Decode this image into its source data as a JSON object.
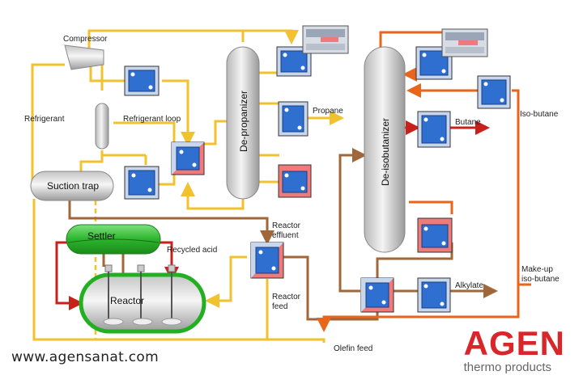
{
  "labels": {
    "compressor": "Compressor",
    "refrigerant": "Refrigerant",
    "refrigerant_loop": "Refrigerant loop",
    "suction_trap": "Suction trap",
    "settler": "Settler",
    "recycled_acid": "Recycled acid",
    "reactor": "Reactor",
    "reactor_effluent_1": "Reactor",
    "reactor_effluent_2": "effluent",
    "reactor_feed_1": "Reactor",
    "reactor_feed_2": "feed",
    "olefin_feed": "Olefin feed",
    "depropanizer": "De-propanizer",
    "propane": "Propane",
    "deisobutanizer": "De-isobutanizer",
    "butane": "Butane",
    "isobutane": "Iso-butane",
    "makeup_1": "Make-up",
    "makeup_2": "iso-butane",
    "alkylate": "Alkylate"
  },
  "footer": {
    "website": "www.agensanat.com",
    "brand_name": "AGEN",
    "brand_tagline": "thermo products"
  },
  "colors": {
    "refrigerant_line": "#f2c12e",
    "effluent_line": "#a0673a",
    "hot_line": "#e8661c",
    "acid_line": "#c8201a",
    "hx_blue": "#2f6fd0",
    "hx_pink": "#f07a7a",
    "settler_green": "#2db52d",
    "brand_red": "#d9262a"
  }
}
